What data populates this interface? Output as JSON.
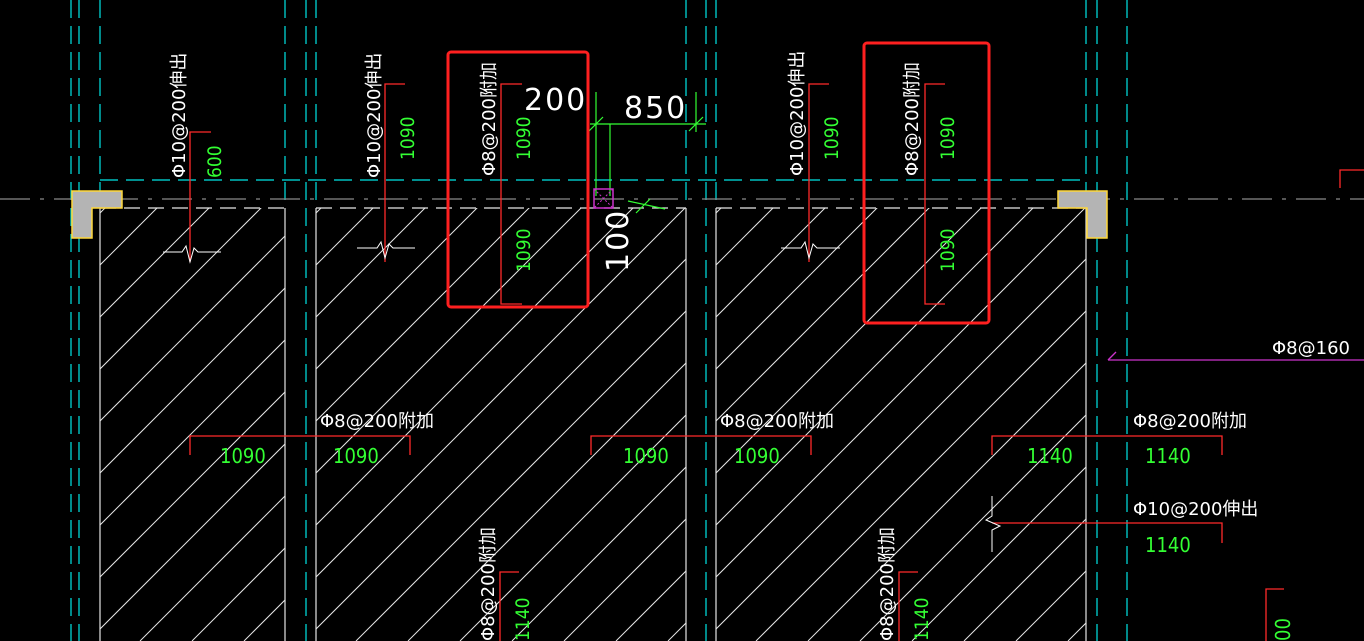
{
  "drawing": {
    "background": "#000000",
    "colors": {
      "rebar": "#ff2a2a",
      "length_text": "#33ff33",
      "label_text": "#ffffff",
      "axis": "#00e5e5",
      "hatch": "#e6e6e6",
      "highlight_box": "#ff2020",
      "dimension": "#33ff33",
      "column": "#b4b4b4",
      "marker": "#cc33cc"
    },
    "dimensions": {
      "d200": "200",
      "d850": "850",
      "d100": "100"
    },
    "top_bars": [
      {
        "label": "Φ10@200伸出",
        "length_top": "600"
      },
      {
        "label": "Φ10@200伸出",
        "length_top": "1090"
      },
      {
        "label": "Φ8@200附加",
        "length_top": "1090",
        "length_bottom": "1090"
      },
      {
        "label": "Φ10@200伸出",
        "length_top": "1090"
      },
      {
        "label": "Φ8@200附加",
        "length_top": "1090",
        "length_bottom": "1090"
      }
    ],
    "mid_bars": [
      {
        "label": "Φ8@200附加",
        "left": "1090",
        "right": "1090"
      },
      {
        "label": "Φ8@200附加",
        "left": "1090",
        "right": "1090"
      },
      {
        "label": "Φ8@200附加",
        "left": "1140",
        "right": "1140"
      }
    ],
    "right_bars": [
      {
        "label": "Φ8@160"
      },
      {
        "label": "Φ10@200伸出",
        "length": "1140"
      }
    ],
    "bottom_bars": [
      {
        "label": "Φ8@200附加",
        "length": "1140"
      },
      {
        "label": "Φ8@200附加",
        "length": "1140"
      }
    ]
  }
}
